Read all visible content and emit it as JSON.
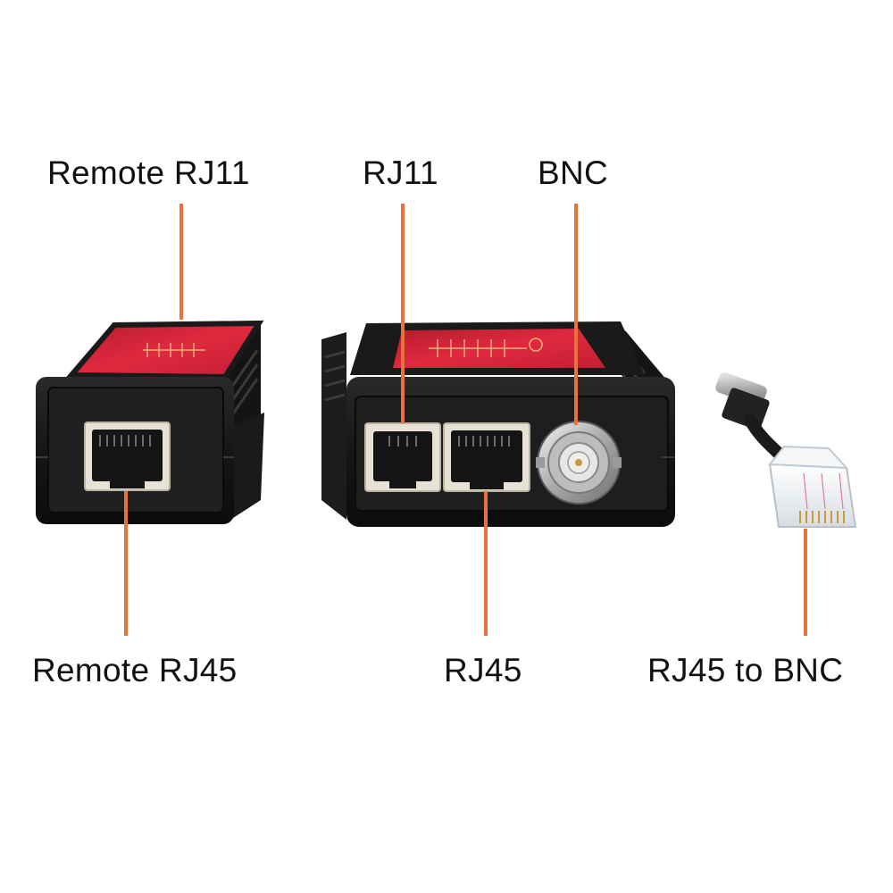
{
  "labels": {
    "remote_rj11": "Remote RJ11",
    "rj11": "RJ11",
    "bnc": "BNC",
    "remote_rj45": "Remote RJ45",
    "rj45": "RJ45",
    "rj45_to_bnc": "RJ45 to BNC"
  },
  "colors": {
    "background": "#ffffff",
    "leader_line": "#e8733a",
    "device_body": "#1c1c1c",
    "device_top": "#d6253a",
    "port_frame": "#e8e2d4",
    "bnc_metal": "#c8c8c8"
  }
}
